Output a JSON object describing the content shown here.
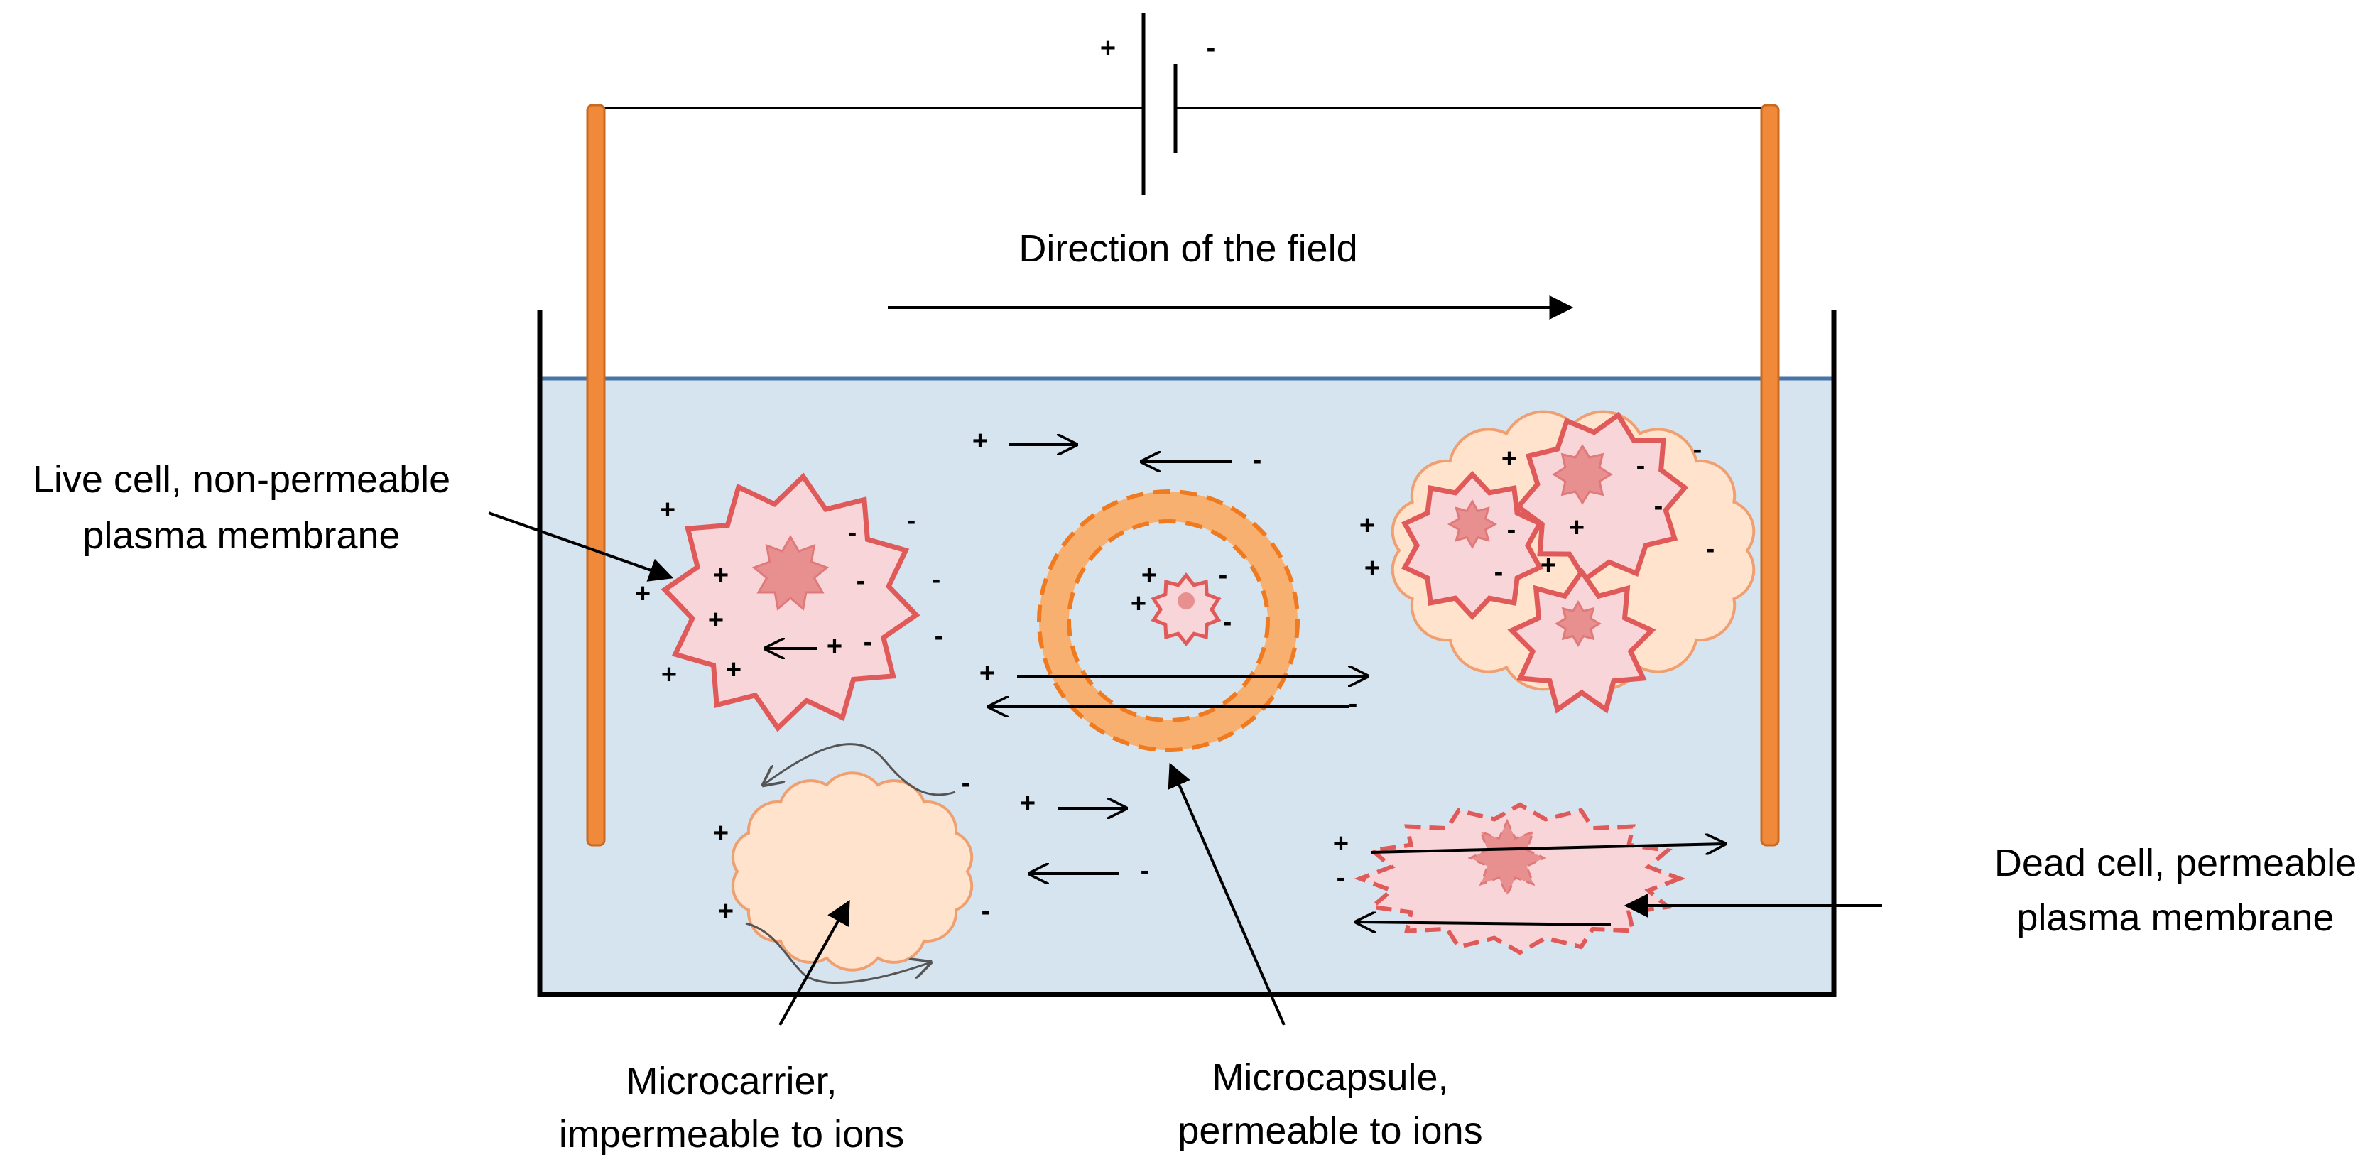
{
  "labels": {
    "field_direction": "Direction of the field",
    "live_cell_line1": "Live cell, non-permeable",
    "live_cell_line2": "plasma membrane",
    "dead_cell_line1": "Dead cell, permeable",
    "dead_cell_line2": "plasma membrane",
    "microcarrier_line1": "Microcarrier,",
    "microcarrier_line2": "impermeable to ions",
    "microcapsule_line1": "Microcapsule,",
    "microcapsule_line2": "permeable to ions"
  },
  "symbols": {
    "plus": "+",
    "minus": "-"
  },
  "colors": {
    "electrode": "#f08a3a",
    "medium": "#d6e4f0",
    "surface_line": "#4a74a8",
    "cell_fill": "#f8d5d8",
    "cell_border": "#e05a5a",
    "nucleus": "#e89090",
    "microcarrier_fill": "#ffe3cc",
    "microcarrier_border": "#f0a070",
    "capsule": "#f8b070",
    "capsule_dash": "#f07a20"
  }
}
